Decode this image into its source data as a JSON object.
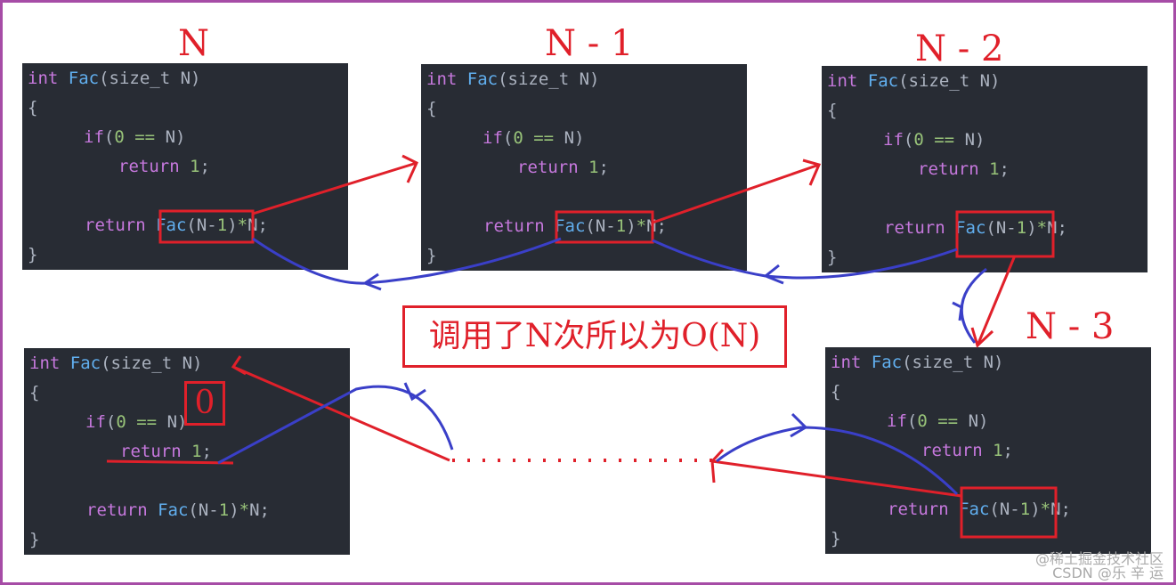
{
  "labels": {
    "b1": "N",
    "b2": "N - 1",
    "b3": "N - 2",
    "b5": "N - 3",
    "zero": "0"
  },
  "caption": "调用了N次所以为O(N)",
  "code": {
    "sig_kw": "int",
    "sig_fn": "Fac",
    "sig_rest": "(size_t N)",
    "open": "{",
    "if_kw": "if",
    "if_open": "(",
    "if_zero": "0",
    "if_op": " == ",
    "if_rest": "N)",
    "ret_kw": "return",
    "ret_one": " 1",
    ";": ";",
    "ret_fn": "Fac",
    "ret_args_a": "(N-",
    "ret_args_one": "1",
    "ret_args_b": ")",
    "ret_mul": "*",
    "ret_tail": "N;",
    "close": "}"
  },
  "watermark": {
    "line1": "@稀土掘金技术社区",
    "line2": "CSDN @乐 辛 运"
  },
  "colors": {
    "red": "#e0202a",
    "blue": "#3a3fc8",
    "border": "#a64ca6",
    "code_bg": "#282c34"
  }
}
